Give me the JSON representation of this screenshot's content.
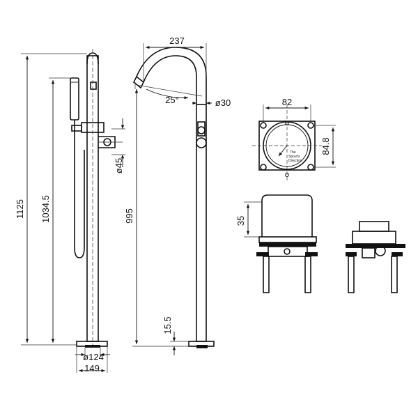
{
  "dimensions": {
    "overall_height": "1125",
    "hand_shower_height": "1034.5",
    "spout_reach": "237",
    "spout_angle": "25°",
    "body_diameter": "ø30",
    "handle_diameter": "ø45",
    "spout_height": "995",
    "base_height": "15.5",
    "base_inner_diameter": "ø124",
    "base_outer_diameter": "149",
    "rough_in_width": "82",
    "rough_in_depth": "84.8",
    "rough_in_height": "35"
  },
  "rough_in_note": [
    "The",
    "Spout's",
    "Direction"
  ]
}
